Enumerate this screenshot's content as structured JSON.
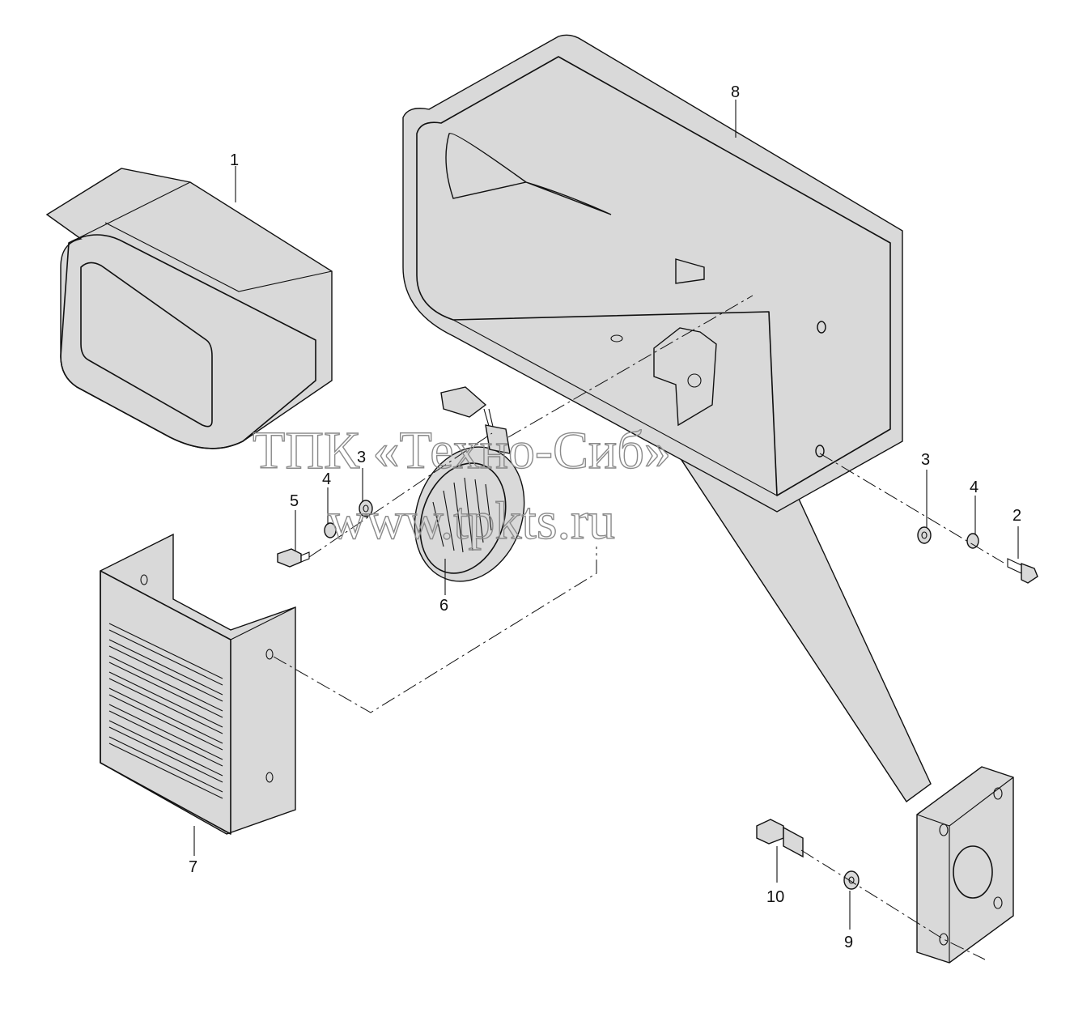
{
  "watermark": {
    "line1": "ТПК «Техно-Сиб»",
    "line2": "www.tpkts.ru"
  },
  "callouts": [
    {
      "id": "1",
      "text": "1"
    },
    {
      "id": "8",
      "text": "8"
    },
    {
      "id": "3a",
      "text": "3"
    },
    {
      "id": "4a",
      "text": "4"
    },
    {
      "id": "5",
      "text": "5"
    },
    {
      "id": "6",
      "text": "6"
    },
    {
      "id": "7",
      "text": "7"
    },
    {
      "id": "3b",
      "text": "3"
    },
    {
      "id": "4b",
      "text": "4"
    },
    {
      "id": "2",
      "text": "2"
    },
    {
      "id": "10",
      "text": "10"
    },
    {
      "id": "9",
      "text": "9"
    }
  ]
}
